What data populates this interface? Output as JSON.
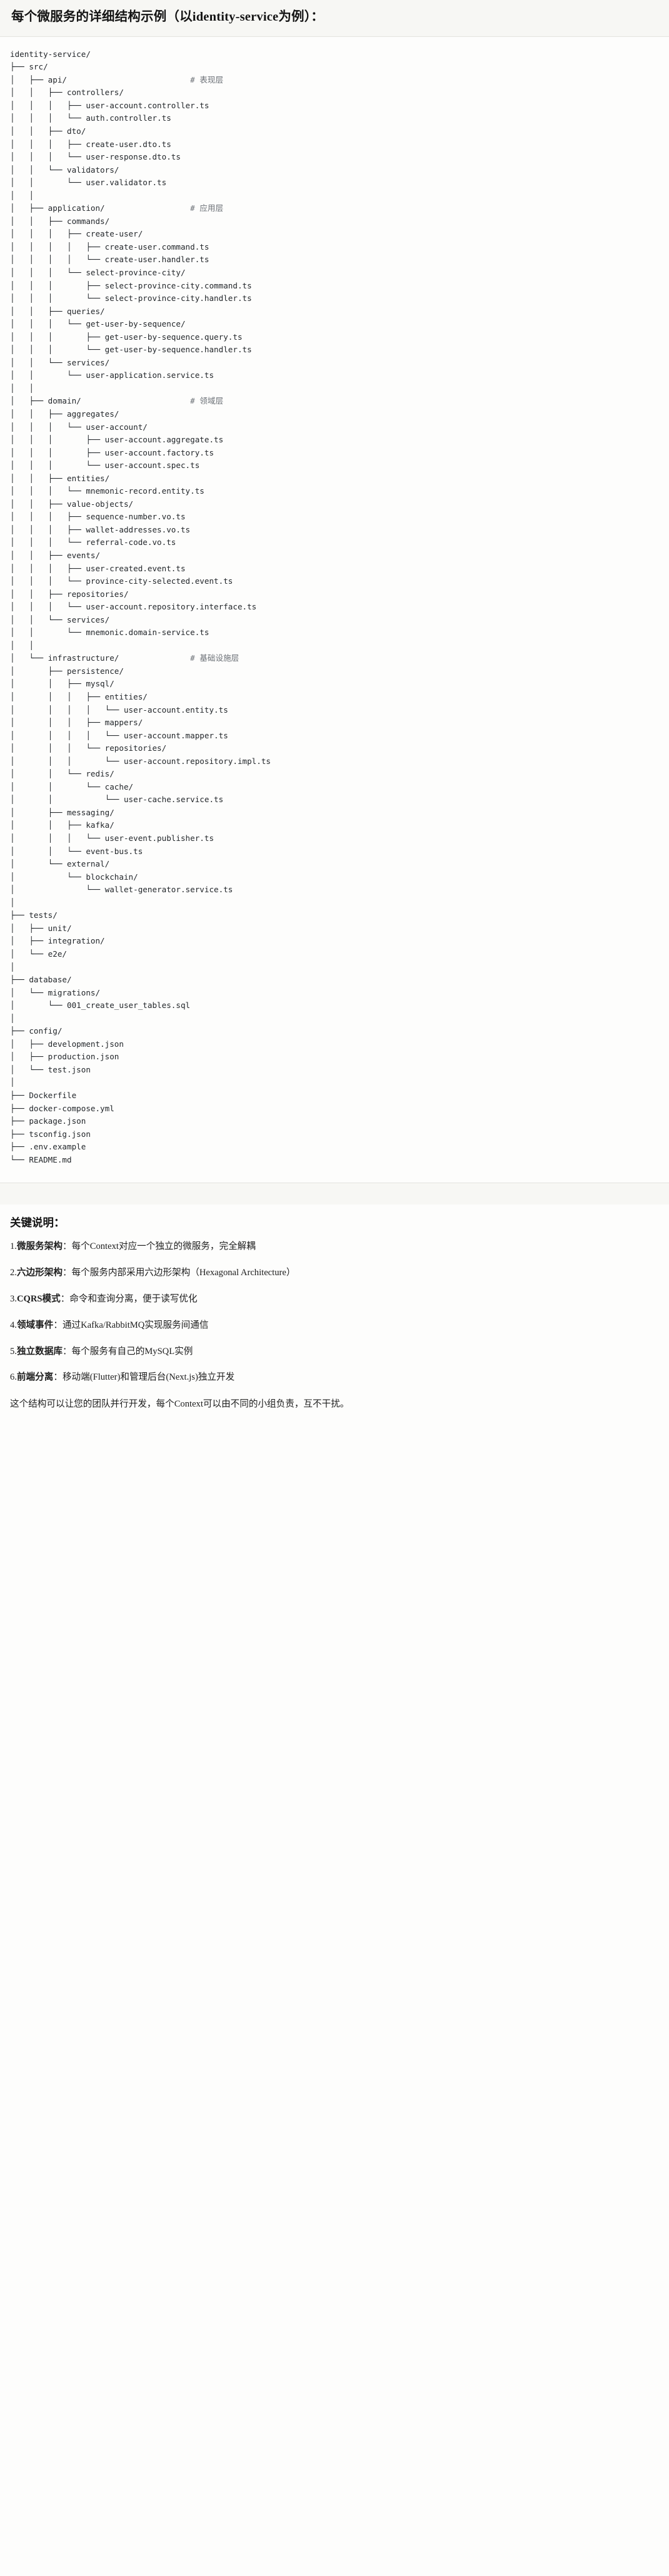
{
  "header": {
    "title": "每个微服务的详细结构示例（以identity-service为例）："
  },
  "tree": {
    "root_label": "identity-service/",
    "text": "identity-service/\n├── src/\n│   ├── api/                          # 表现层\n│   │   ├── controllers/\n│   │   │   ├── user-account.controller.ts\n│   │   │   └── auth.controller.ts\n│   │   ├── dto/\n│   │   │   ├── create-user.dto.ts\n│   │   │   └── user-response.dto.ts\n│   │   └── validators/\n│   │       └── user.validator.ts\n│   │\n│   ├── application/                  # 应用层\n│   │   ├── commands/\n│   │   │   ├── create-user/\n│   │   │   │   ├── create-user.command.ts\n│   │   │   │   └── create-user.handler.ts\n│   │   │   └── select-province-city/\n│   │   │       ├── select-province-city.command.ts\n│   │   │       └── select-province-city.handler.ts\n│   │   ├── queries/\n│   │   │   └── get-user-by-sequence/\n│   │   │       ├── get-user-by-sequence.query.ts\n│   │   │       └── get-user-by-sequence.handler.ts\n│   │   └── services/\n│   │       └── user-application.service.ts\n│   │\n│   ├── domain/                       # 领域层\n│   │   ├── aggregates/\n│   │   │   └── user-account/\n│   │   │       ├── user-account.aggregate.ts\n│   │   │       ├── user-account.factory.ts\n│   │   │       └── user-account.spec.ts\n│   │   ├── entities/\n│   │   │   └── mnemonic-record.entity.ts\n│   │   ├── value-objects/\n│   │   │   ├── sequence-number.vo.ts\n│   │   │   ├── wallet-addresses.vo.ts\n│   │   │   └── referral-code.vo.ts\n│   │   ├── events/\n│   │   │   ├── user-created.event.ts\n│   │   │   └── province-city-selected.event.ts\n│   │   ├── repositories/\n│   │   │   └── user-account.repository.interface.ts\n│   │   └── services/\n│   │       └── mnemonic.domain-service.ts\n│   │\n│   └── infrastructure/               # 基础设施层\n│       ├── persistence/\n│       │   ├── mysql/\n│       │   │   ├── entities/\n│       │   │   │   └── user-account.entity.ts\n│       │   │   ├── mappers/\n│       │   │   │   └── user-account.mapper.ts\n│       │   │   └── repositories/\n│       │   │       └── user-account.repository.impl.ts\n│       │   └── redis/\n│       │       └── cache/\n│       │           └── user-cache.service.ts\n│       ├── messaging/\n│       │   ├── kafka/\n│       │   │   └── user-event.publisher.ts\n│       │   └── event-bus.ts\n│       └── external/\n│           └── blockchain/\n│               └── wallet-generator.service.ts\n│\n├── tests/\n│   ├── unit/\n│   ├── integration/\n│   └── e2e/\n│\n├── database/\n│   └── migrations/\n│       └── 001_create_user_tables.sql\n│\n├── config/\n│   ├── development.json\n│   ├── production.json\n│   └── test.json\n│\n├── Dockerfile\n├── docker-compose.yml\n├── package.json\n├── tsconfig.json\n├── .env.example\n└── README.md",
    "layer_comments": [
      "# 表现层",
      "# 应用层",
      "# 领域层",
      "# 基础设施层"
    ]
  },
  "notes": {
    "title": "关键说明：",
    "items": [
      {
        "num": "1.",
        "term": "微服务架构",
        "sep": "：",
        "desc": "每个Context对应一个独立的微服务，完全解耦"
      },
      {
        "num": "2.",
        "term": "六边形架构",
        "sep": "：",
        "desc": "每个服务内部采用六边形架构（Hexagonal Architecture）"
      },
      {
        "num": "3.",
        "term": "CQRS模式",
        "sep": "：",
        "desc": "命令和查询分离，便于读写优化"
      },
      {
        "num": "4.",
        "term": "领域事件",
        "sep": "：",
        "desc": "通过Kafka/RabbitMQ实现服务间通信"
      },
      {
        "num": "5.",
        "term": "独立数据库",
        "sep": "：",
        "desc": "每个服务有自己的MySQL实例"
      },
      {
        "num": "6.",
        "term": "前端分离",
        "sep": "：",
        "desc": "移动端(Flutter)和管理后台(Next.js)独立开发"
      }
    ],
    "closing": "这个结构可以让您的团队并行开发，每个Context可以由不同的小组负责，互不干扰。"
  },
  "colors": {
    "page_bg": "#fdfdfc",
    "band_bg": "#f7f7f4",
    "rule": "#e3e3de",
    "code_text": "#23272b",
    "comment_text": "#6b7076",
    "heading_text": "#141414"
  }
}
